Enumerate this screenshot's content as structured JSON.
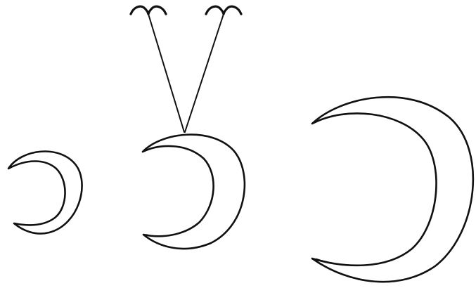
{
  "diagram": {
    "crescents": [
      {
        "name": "small-crescent",
        "size": "small",
        "suspended": false
      },
      {
        "name": "medium-crescent",
        "size": "medium",
        "suspended": true
      },
      {
        "name": "large-crescent",
        "size": "large",
        "suspended": false
      }
    ],
    "suspension": {
      "hooks": 2,
      "holds": "medium-crescent"
    },
    "colors": {
      "line": "#111111",
      "background": "#ffffff"
    }
  }
}
